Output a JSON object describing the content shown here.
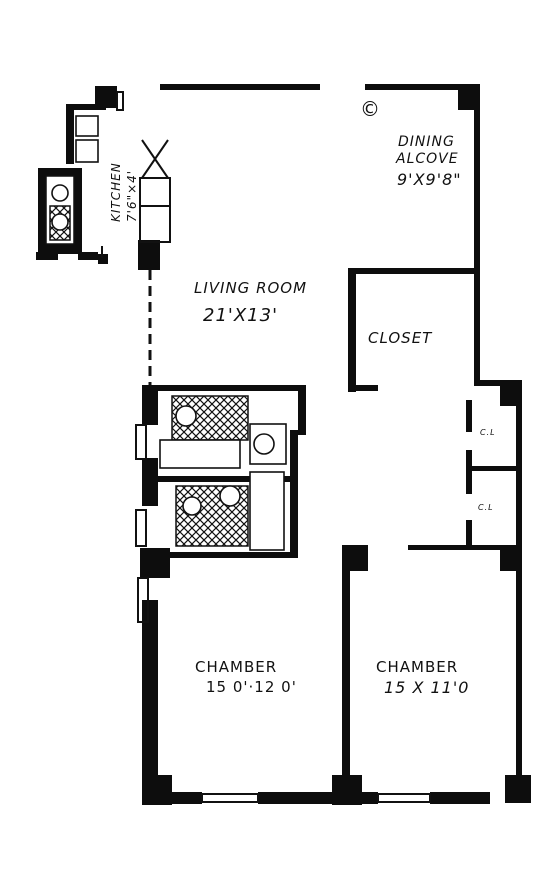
{
  "rooms": {
    "kitchen": {
      "name": "KITCHEN",
      "dims": "7'6\"×4'"
    },
    "dining": {
      "name_line1": "DINING",
      "name_line2": "ALCOVE",
      "dims": "9'X9'8\""
    },
    "living": {
      "name": "LIVING ROOM",
      "dims": "21'X13'"
    },
    "closet": {
      "name": "CLOSET"
    },
    "cl_upper": {
      "name": "C.L"
    },
    "cl_lower": {
      "name": "C.L"
    },
    "chamber_left": {
      "name": "CHAMBER",
      "dims": "15 0'·12 0'"
    },
    "chamber_right": {
      "name": "CHAMBER",
      "dims": "15 X 11'0"
    }
  },
  "symbols": {
    "outlet": "©"
  }
}
